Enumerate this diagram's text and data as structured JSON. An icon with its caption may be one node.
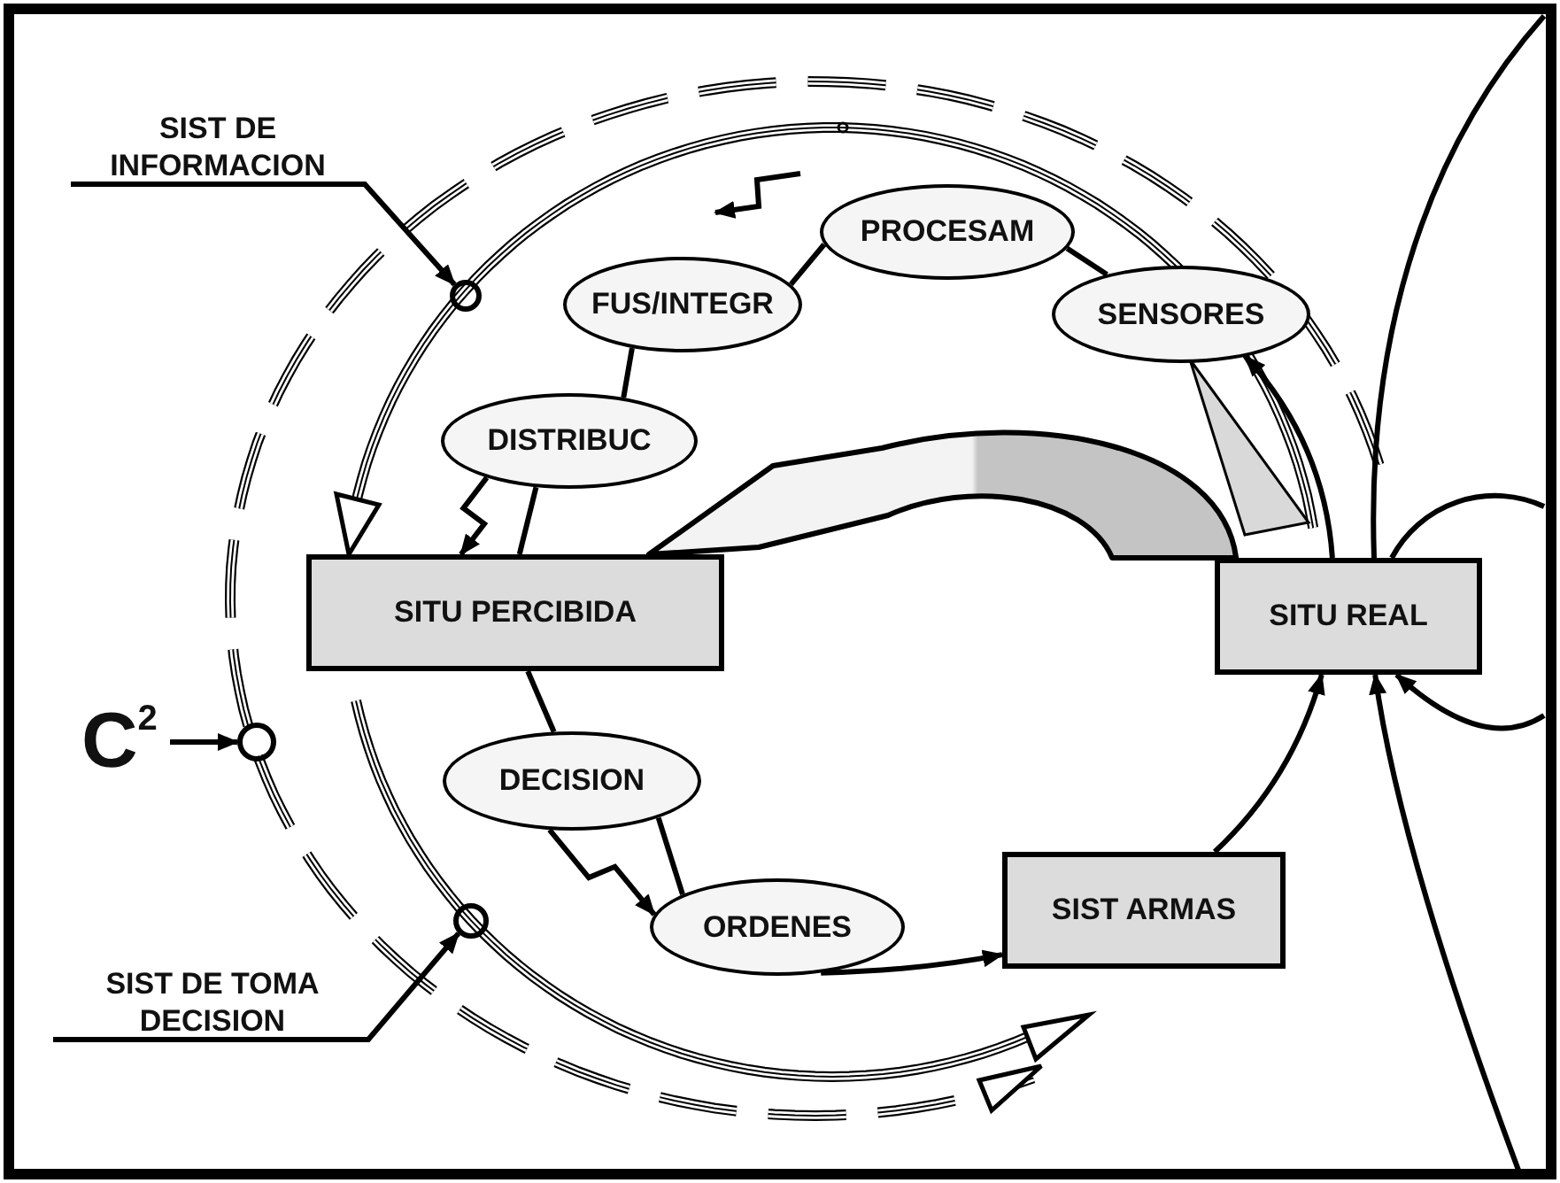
{
  "diagram": {
    "nodes": [
      {
        "text": [
          "SIST DE INFORMACION"
        ]
      },
      {
        "text": [
          "PROCESAM"
        ]
      },
      {
        "text": [
          "FUS/INTEGR"
        ]
      },
      {
        "text": [
          "SENSORES"
        ]
      },
      {
        "text": [
          "DISTRIBUC"
        ]
      },
      {
        "text": [
          "SITU PERCIBIDA"
        ]
      },
      {
        "text": [
          "SITU REAL"
        ]
      },
      {
        "text": [
          "C$^{2}$"
        ]
      },
      {
        "text": [
          "DECISION"
        ]
      },
      {
        "text": [
          "SIST ARMAS"
        ]
      },
      {
        "text": [
          "ORDENES"
        ]
      },
      {
        "text": [
          "SIST DE TOMA DECISION"
        ]
      },
      {
        "text": [],
        "shape": "circle"
      },
      {
        "text": [],
        "shape": "circle"
      },
      {
        "text": [],
        "shape": "circle"
      }
    ],
    "edges": [
      {
        "from": 0,
        "to": 12,
        "arrow": "to"
      },
      {
        "from": 7,
        "to": 13,
        "arrow": "to"
      },
      {
        "from": 11,
        "to": 14,
        "arrow": "to"
      },
      {
        "from": 3,
        "to": 1,
        "arrow": "none"
      },
      {
        "from": 1,
        "to": 2,
        "arrow": "none"
      },
      {
        "from": 2,
        "to": 4,
        "arrow": "none"
      },
      {
        "from": 4,
        "to": 5,
        "arrow": "none"
      },
      {
        "from": 5,
        "to": 8,
        "arrow": "none"
      },
      {
        "from": 8,
        "to": 10,
        "arrow": "none"
      },
      {
        "from": 10,
        "to": 9,
        "arrow": "to"
      },
      {
        "from": 9,
        "to": 6,
        "arrow": "to"
      },
      {
        "from": 6,
        "to": 3,
        "arrow": "to"
      },
      {
        "from": 4,
        "to": 5,
        "arrow": "to"
      },
      {
        "from": 8,
        "to": 10,
        "arrow": "to"
      },
      {
        "from": 6,
        "to": 5,
        "arrow": "to",
        "style": "thick"
      },
      {
        "from": null,
        "to": 6,
        "arrow": "to"
      },
      {
        "from": null,
        "to": 6,
        "arrow": "to"
      }
    ]
  }
}
